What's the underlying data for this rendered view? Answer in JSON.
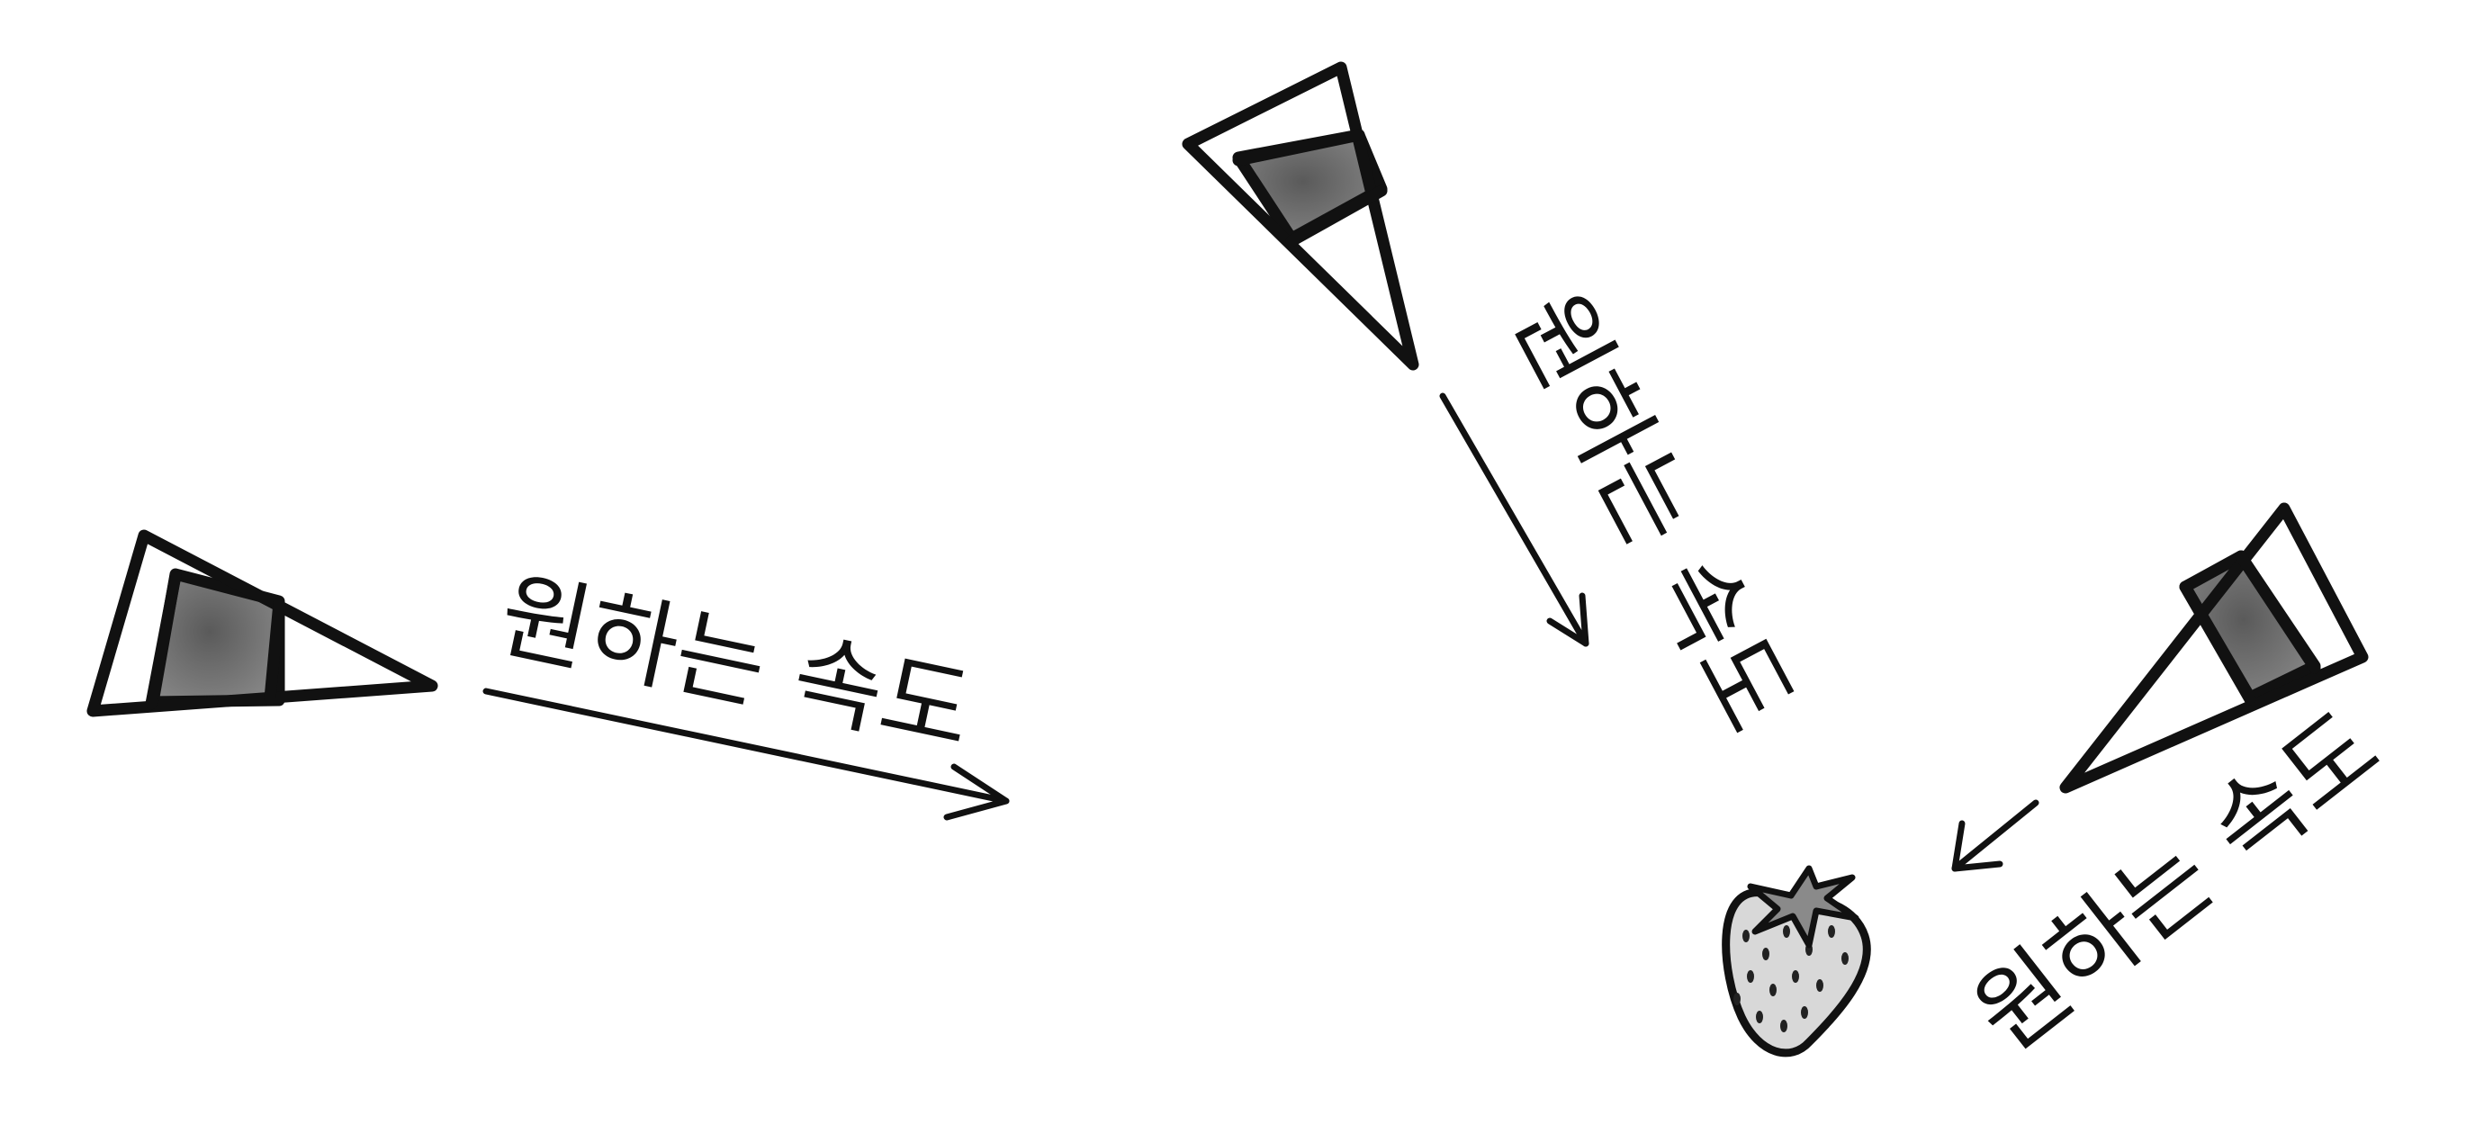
{
  "labels": {
    "left": "원하는 속도",
    "middle": "원하는 속도",
    "right": "원하는 속도"
  },
  "icons": {
    "agent": "cone-boid-icon",
    "target": "strawberry-icon"
  },
  "colors": {
    "ink": "#111111",
    "band_fill": "#6e6e6e",
    "strawberry_fill": "#d8d8d8",
    "leaf_fill": "#8a8a8a"
  }
}
